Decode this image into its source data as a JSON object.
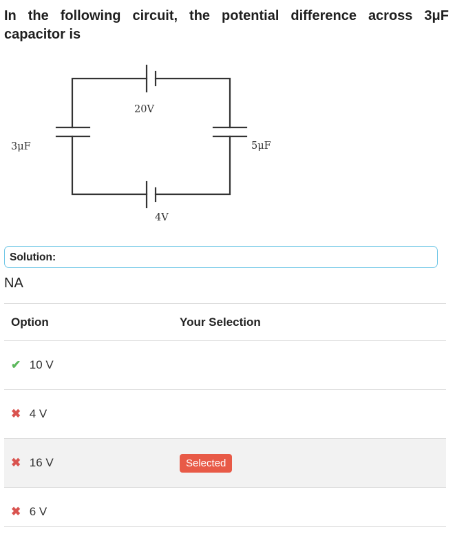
{
  "question": {
    "text": "In the following circuit, the potential difference across 3μF capacitor is"
  },
  "circuit": {
    "labels": {
      "c_left": "3μF",
      "c_right": "5μF",
      "v_top": "20V",
      "v_bottom": "4V"
    }
  },
  "solution": {
    "label": "Solution:",
    "text": "NA"
  },
  "table": {
    "headers": {
      "option": "Option",
      "selection": "Your Selection"
    },
    "rows": [
      {
        "text": "10 V",
        "mark": "✔",
        "status": "correct",
        "selection": ""
      },
      {
        "text": "4 V",
        "mark": "✖",
        "status": "incorrect",
        "selection": ""
      },
      {
        "text": "16 V",
        "mark": "✖",
        "status": "incorrect",
        "selection": "Selected"
      },
      {
        "text": "6 V",
        "mark": "✖",
        "status": "incorrect",
        "selection": ""
      }
    ]
  },
  "colors": {
    "correct": "#5cb85c",
    "incorrect": "#d9534f",
    "badge": "#e85a47",
    "solution_border": "#6ec6e6"
  }
}
